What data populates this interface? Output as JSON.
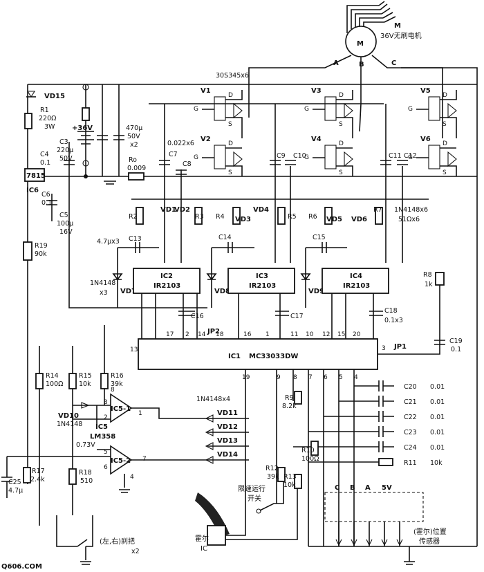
{
  "motor": {
    "name": "M",
    "desc": "36V无刷电机",
    "phases": [
      "A",
      "B",
      "C"
    ],
    "symbol": "M"
  },
  "mosfet_type": "30S345x6",
  "mosfets": [
    "V1",
    "V2",
    "V3",
    "V4",
    "V5",
    "V6"
  ],
  "supply": {
    "voltage": "+36V",
    "cap_value": "470μ",
    "cap_voltage": "50V",
    "cap_count": "x2",
    "shunt": "Ro",
    "shunt_value": "0.009"
  },
  "regulator": {
    "ref": "7815",
    "name": "IC6"
  },
  "diode_top": "VD15",
  "r1": {
    "ref": "R1",
    "value": "220Ω",
    "power": "3W"
  },
  "c3": {
    "ref": "C3",
    "value": "220μ",
    "voltage": "50V"
  },
  "c4": {
    "ref": "C4",
    "value": "0.1"
  },
  "c6": {
    "ref": "C6",
    "value": "0.1"
  },
  "c5": {
    "ref": "C5",
    "value": "100μ",
    "voltage": "16V"
  },
  "gate_caps": [
    "C7",
    "C8",
    "C9",
    "C10",
    "C11",
    "C12"
  ],
  "gate_cap_value": "0.022x6",
  "gate_resistors": [
    "R2",
    "R3",
    "R4",
    "R5",
    "R6",
    "R7"
  ],
  "gate_diodes": [
    "VD1",
    "VD2",
    "VD3",
    "VD4",
    "VD5",
    "VD6"
  ],
  "gate_note_1": "1N4148x6",
  "gate_note_2": "51Ωx6",
  "boot_caps": [
    "C13",
    "C14",
    "C15"
  ],
  "boot_cap_value": "4.7μx3",
  "boot_diodes": [
    "VD7",
    "VD8",
    "VD9"
  ],
  "boot_diode_type": "1N4148",
  "boot_diode_count": "x3",
  "drivers": [
    {
      "ref": "IC2",
      "part": "IR2103"
    },
    {
      "ref": "IC3",
      "part": "IR2103"
    },
    {
      "ref": "IC4",
      "part": "IR2103"
    }
  ],
  "driver_caps": [
    "C16",
    "C17",
    "C18"
  ],
  "driver_cap_value": "0.1x3",
  "controller": {
    "ref": "IC1",
    "part": "MC33033DW"
  },
  "controller_pins_top": [
    "17",
    "2",
    "14",
    "18",
    "16",
    "1",
    "11",
    "10",
    "12",
    "15",
    "20"
  ],
  "controller_pins_bottom": [
    "19",
    "9",
    "8",
    "7",
    "6",
    "5",
    "4"
  ],
  "controller_pin_13": "13",
  "controller_pin_3": "3",
  "jumpers": [
    "JP1",
    "JP2"
  ],
  "r8": {
    "ref": "R8",
    "value": "1k"
  },
  "c19": {
    "ref": "C19",
    "value": "0.1"
  },
  "r19": {
    "ref": "R19",
    "value": "90k"
  },
  "r9": {
    "ref": "R9",
    "value": "8.2k"
  },
  "hall_caps": [
    {
      "ref": "C20",
      "value": "0.01"
    },
    {
      "ref": "C21",
      "value": "0.01"
    },
    {
      "ref": "C22",
      "value": "0.01"
    },
    {
      "ref": "C23",
      "value": "0.01"
    },
    {
      "ref": "C24",
      "value": "0.01"
    }
  ],
  "r11": {
    "ref": "R11",
    "value": "10k"
  },
  "r14": {
    "ref": "R14",
    "value": "100Ω"
  },
  "r15": {
    "ref": "R15",
    "value": "10k"
  },
  "r16": {
    "ref": "R16",
    "value": "39k"
  },
  "r10": {
    "ref": "R10",
    "value": "100Ω"
  },
  "r12": {
    "ref": "R12",
    "value": "39k"
  },
  "r13": {
    "ref": "R13",
    "value": "10k"
  },
  "r17": {
    "ref": "R17",
    "value": "2.4k"
  },
  "r18": {
    "ref": "R18",
    "value": "510"
  },
  "c25": {
    "ref": "C25",
    "value": "4.7μ"
  },
  "opamp": {
    "ref": "IC5",
    "part": "LM358",
    "a": "IC5-1",
    "b": "IC5-2"
  },
  "vd10": {
    "ref": "VD10",
    "type": "1N4148"
  },
  "opamp_ref_voltage": "0.73V",
  "opamp_pins": [
    "3",
    "2",
    "1",
    "5",
    "6",
    "7",
    "4",
    "8"
  ],
  "out_diodes": [
    "VD11",
    "VD12",
    "VD13",
    "VD14"
  ],
  "out_diode_type": "1N4148x4",
  "speed_switch": [
    "限速运行",
    "开关"
  ],
  "hall_ic": [
    "霍尔",
    "IC"
  ],
  "handlebar": {
    "label": "(左,右)刹把",
    "count": "x2"
  },
  "hall_sensor": {
    "title": [
      "(霍尔)位置",
      "传感器"
    ],
    "supply": "5V",
    "phases": [
      "C",
      "B",
      "A"
    ]
  },
  "watermark": "Q606.COM"
}
